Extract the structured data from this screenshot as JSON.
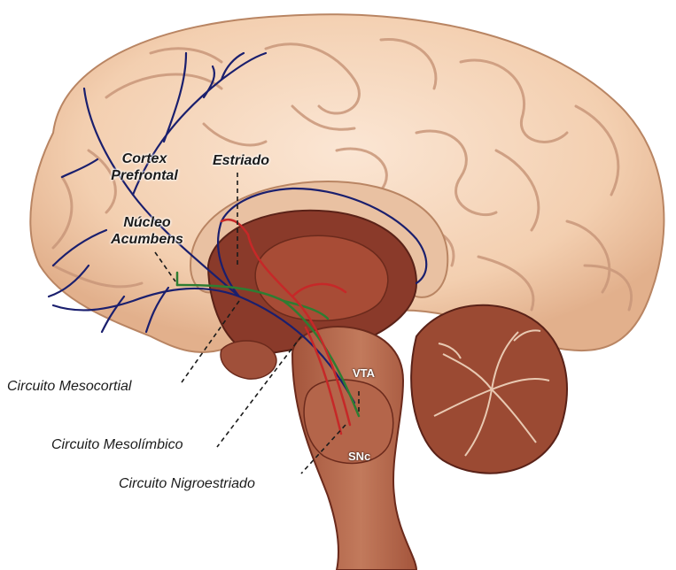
{
  "labels": {
    "cortex_line1": "Cortex",
    "cortex_line2": "Prefrontal",
    "estriado": "Estriado",
    "nucleo_line1": "Núcleo",
    "nucleo_line2": "Acumbens",
    "vta": "VTA",
    "snc": "SNc",
    "mesocortial": "Circuito Mesocortial",
    "mesolimbico": "Circuito Mesolímbico",
    "nigroestriado": "Circuito Nigroestriado"
  },
  "colors": {
    "mesocortical_pathway": "#1a1f6e",
    "mesolimbic_pathway": "#2e7d32",
    "nigrostriatal_pathway": "#c62828",
    "cortex_surface": "#f3d3b8",
    "inner_brain": "#8a3a2a"
  }
}
